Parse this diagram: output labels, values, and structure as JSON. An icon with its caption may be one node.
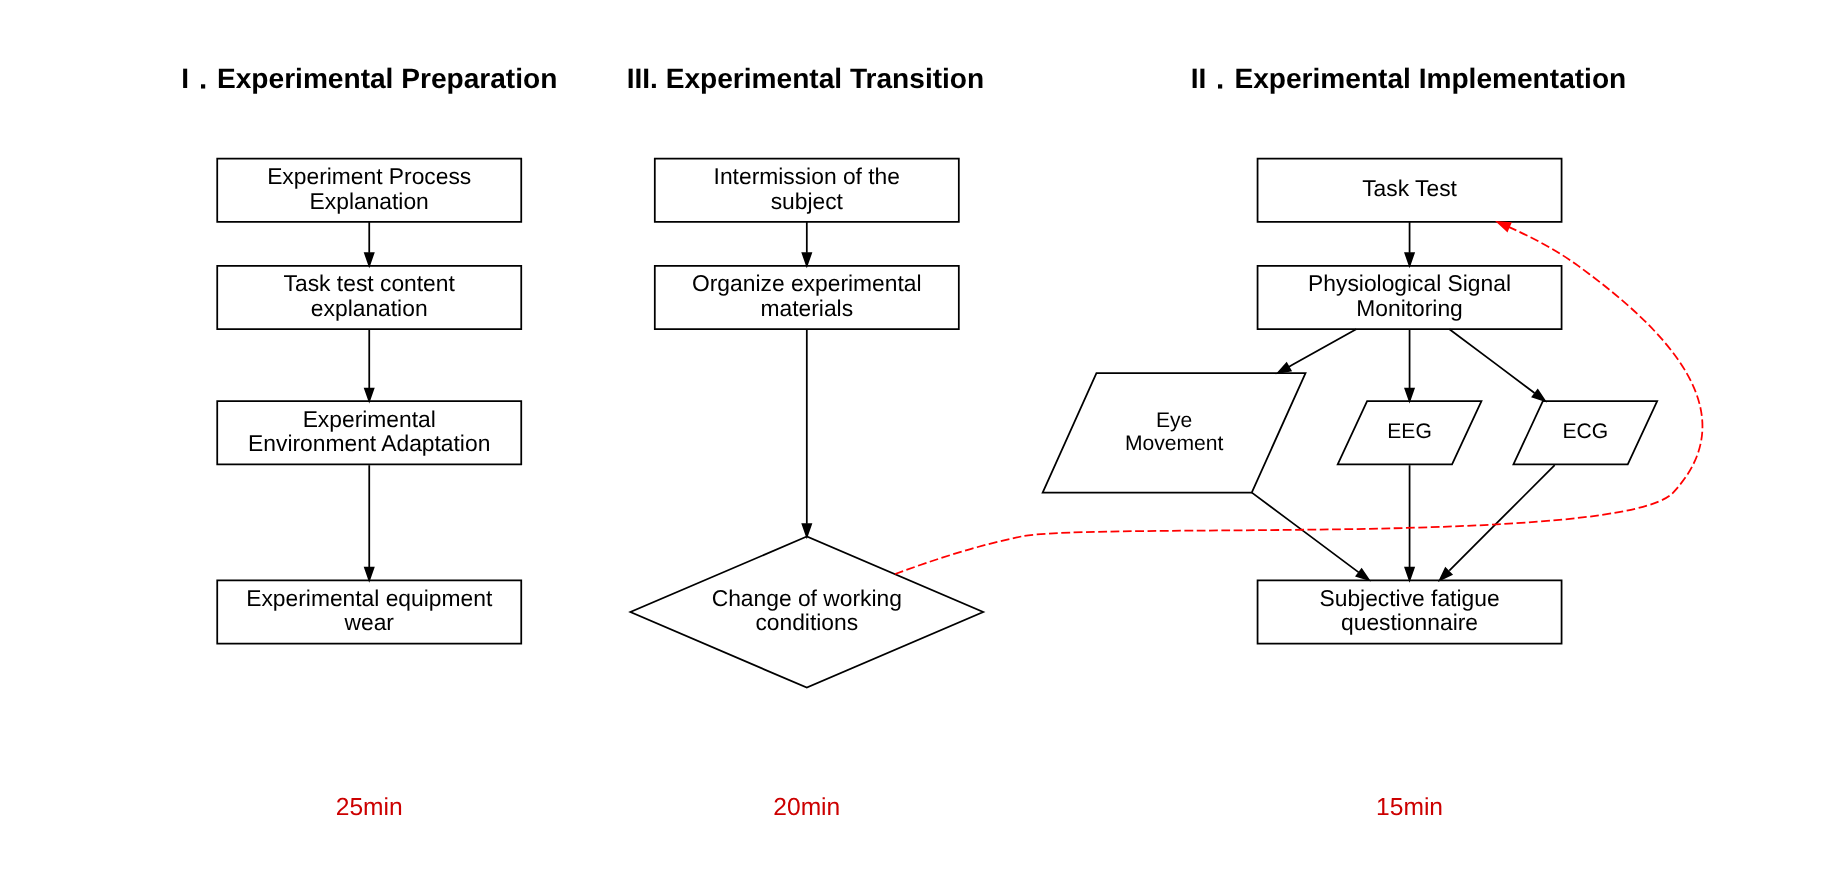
{
  "diagram": {
    "nodes": [
      {
        "text": [
          "Experiment Process Explanation"
        ]
      },
      {
        "text": [
          "Task test content explanation"
        ]
      },
      {
        "text": [
          "Experimental Environment Adaptation"
        ]
      },
      {
        "text": [
          "Experimental equipment wear"
        ]
      },
      {
        "text": [
          "Task Test"
        ]
      },
      {
        "text": [
          "Physiological Signal Monitoring"
        ]
      },
      {
        "text": [
          "Eye Movement"
        ]
      },
      {
        "text": [
          "EEG"
        ]
      },
      {
        "text": [
          "ECG"
        ]
      },
      {
        "text": [
          "Subjective fatigue questionnaire"
        ]
      },
      {
        "text": [
          "Intermission of the subject"
        ]
      },
      {
        "text": [
          "Organize experimental materials"
        ]
      },
      {
        "text": [
          "Change of working conditions"
        ]
      }
    ],
    "edges": [
      {
        "from": 0,
        "to": 1,
        "arrow": "to"
      },
      {
        "from": 1,
        "to": 2,
        "arrow": "to"
      },
      {
        "from": 2,
        "to": 3,
        "arrow": "to"
      },
      {
        "from": 4,
        "to": 5,
        "arrow": "to"
      },
      {
        "from": 5,
        "to": 6,
        "arrow": "to"
      },
      {
        "from": 5,
        "to": 7,
        "arrow": "to"
      },
      {
        "from": 5,
        "to": 8,
        "arrow": "to"
      },
      {
        "from": 6,
        "to": 9,
        "arrow": "to"
      },
      {
        "from": 7,
        "to": 9,
        "arrow": "to"
      },
      {
        "from": 8,
        "to": 9,
        "arrow": "to"
      },
      {
        "from": 10,
        "to": 11,
        "arrow": "to"
      },
      {
        "from": 11,
        "to": 12,
        "arrow": "to"
      },
      {
        "from": 12,
        "to": 4,
        "arrow": "to",
        "style": "dashed",
        "color": "#ff0000"
      }
    ],
    "labels": [
      "I．Experimental Preparation",
      "II．Experimental Implementation",
      "III. Experimental Transition",
      "25min",
      "15min",
      "20min"
    ]
  }
}
